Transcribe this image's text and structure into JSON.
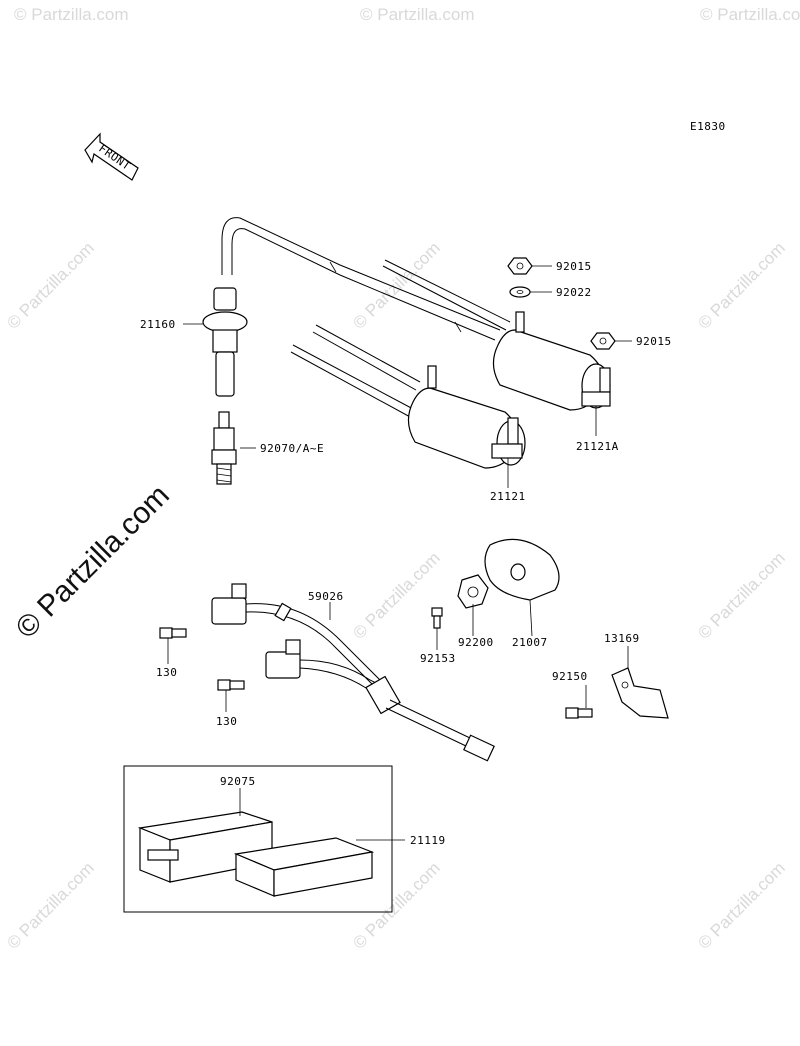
{
  "diagram_code": "E1830",
  "front_arrow_text": "FRONT",
  "watermark": {
    "big": "© Partzilla.com",
    "small": "© Partzilla.com"
  },
  "parts": {
    "p21160": "21160",
    "p92070": "92070/A~E",
    "p92015_top": "92015",
    "p92022": "92022",
    "p92015_right": "92015",
    "p21121A": "21121A",
    "p21121": "21121",
    "p59026": "59026",
    "p130_top": "130",
    "p130_bottom": "130",
    "p92153": "92153",
    "p92200": "92200",
    "p21007": "21007",
    "p13169": "13169",
    "p92150": "92150",
    "p92075": "92075",
    "p21119": "21119"
  },
  "colors": {
    "line": "#000000",
    "watermark": "#d9d9d9",
    "background": "#ffffff"
  }
}
